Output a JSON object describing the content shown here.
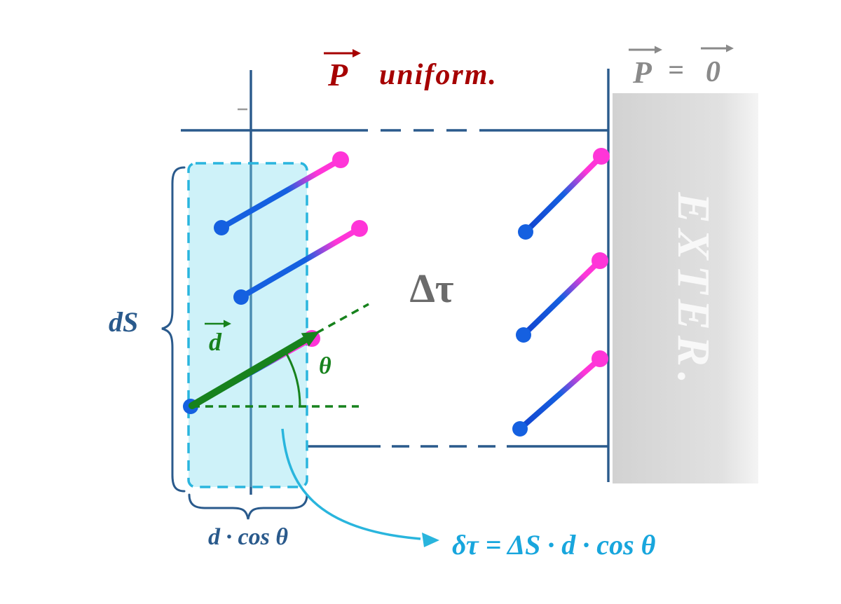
{
  "title": {
    "p": "P",
    "uniform": "uniform."
  },
  "exterior": {
    "p": "P",
    "equals": "=",
    "zero": "0",
    "band_label": "EXTER."
  },
  "volume_label": "Δτ",
  "slab": {
    "ds_label": "dS",
    "thickness_label": "d · cos θ"
  },
  "displacement": {
    "d_label": "d",
    "theta_label": "θ"
  },
  "formula": "δτ = ΔS · d · cos θ",
  "colors": {
    "frame_blue": "#2a5a8c",
    "cyan": "#29b5dd",
    "cyan_text": "#18a6dd",
    "green": "#17821d",
    "title_red": "#a60000",
    "gray_text": "#8a8a8a",
    "band_gray": "#dcdcdc",
    "dipole_blue": "#1560e0",
    "dipole_magenta": "#ff35d8",
    "volume_gray": "#6b6b6b"
  }
}
